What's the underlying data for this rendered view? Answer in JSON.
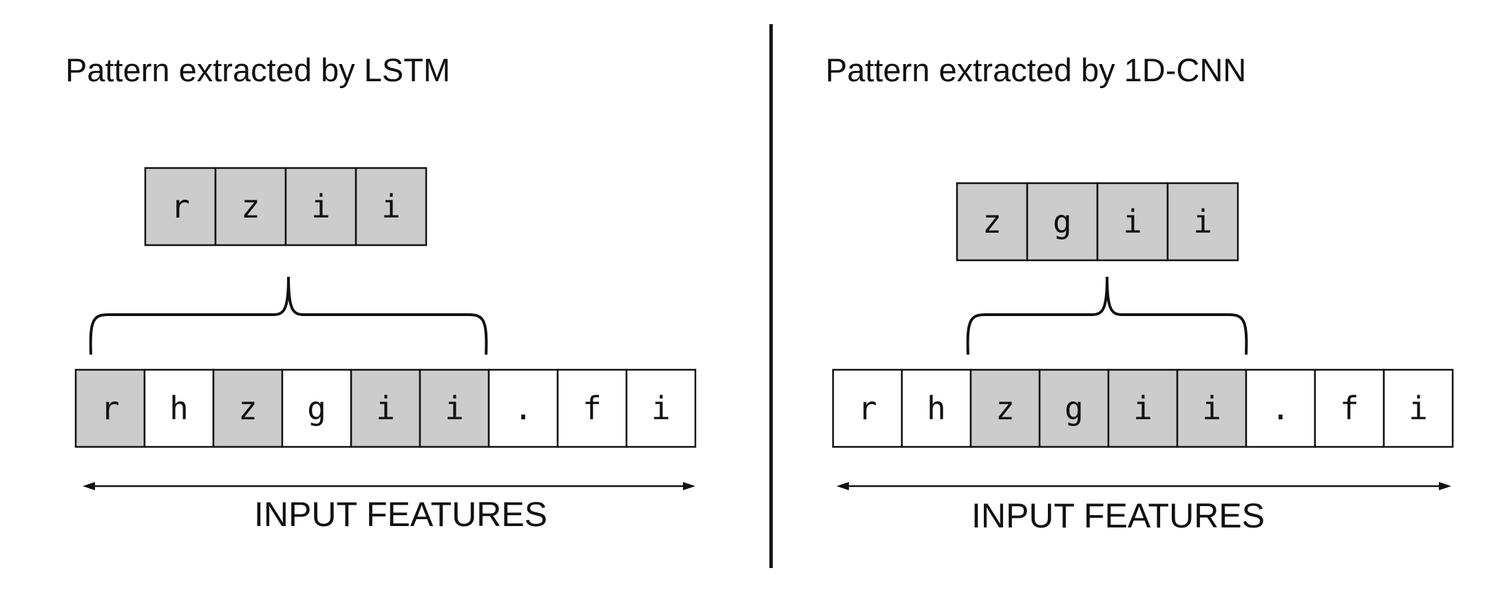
{
  "colors": {
    "highlight": "#cccccc",
    "plain": "#ffffff",
    "stroke": "#111111"
  },
  "left_panel": {
    "title": "Pattern extracted by LSTM",
    "pattern": [
      "r",
      "z",
      "i",
      "i"
    ],
    "input": [
      {
        "char": "r",
        "highlighted": true
      },
      {
        "char": "h",
        "highlighted": false
      },
      {
        "char": "z",
        "highlighted": true
      },
      {
        "char": "g",
        "highlighted": false
      },
      {
        "char": "i",
        "highlighted": true
      },
      {
        "char": "i",
        "highlighted": true
      },
      {
        "char": ".",
        "highlighted": false
      },
      {
        "char": "f",
        "highlighted": false
      },
      {
        "char": "i",
        "highlighted": false
      }
    ],
    "axis_label": "INPUT FEATURES"
  },
  "right_panel": {
    "title": "Pattern extracted by 1D-CNN",
    "pattern": [
      "z",
      "g",
      "i",
      "i"
    ],
    "input": [
      {
        "char": "r",
        "highlighted": false
      },
      {
        "char": "h",
        "highlighted": false
      },
      {
        "char": "z",
        "highlighted": true
      },
      {
        "char": "g",
        "highlighted": true
      },
      {
        "char": "i",
        "highlighted": true
      },
      {
        "char": "i",
        "highlighted": true
      },
      {
        "char": ".",
        "highlighted": false
      },
      {
        "char": "f",
        "highlighted": false
      },
      {
        "char": "i",
        "highlighted": false
      }
    ],
    "axis_label": "INPUT FEATURES"
  }
}
